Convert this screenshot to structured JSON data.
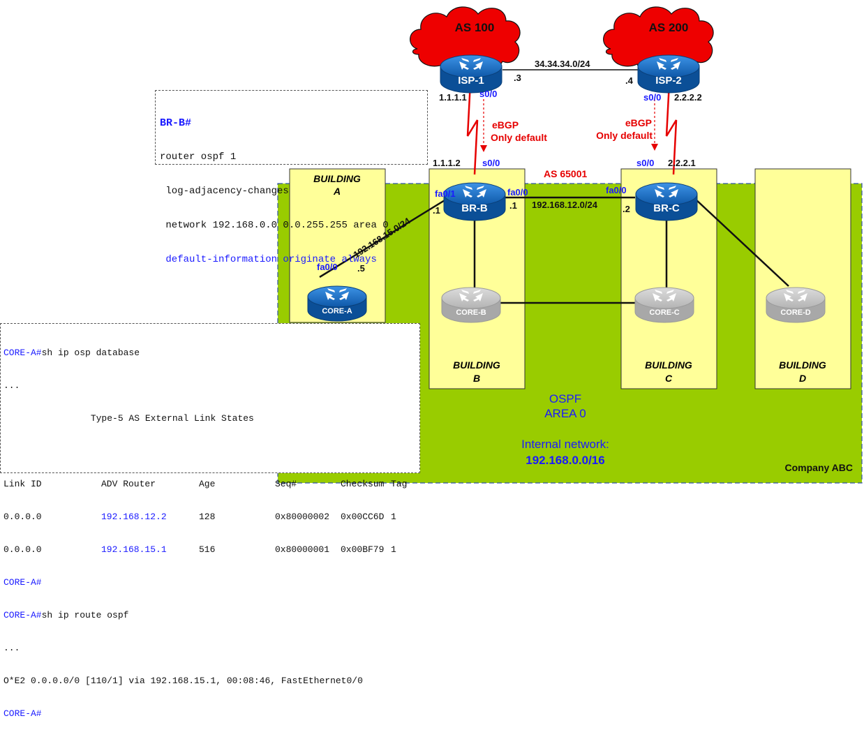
{
  "clouds": [
    {
      "id": "as100",
      "label": "AS 100"
    },
    {
      "id": "as200",
      "label": "AS 200"
    }
  ],
  "routers": [
    {
      "id": "isp1",
      "label": "ISP-1",
      "active": true
    },
    {
      "id": "isp2",
      "label": "ISP-2",
      "active": true
    },
    {
      "id": "brb",
      "label": "BR-B",
      "active": true
    },
    {
      "id": "brc",
      "label": "BR-C",
      "active": true
    },
    {
      "id": "corea",
      "label": "CORE-A",
      "active": true
    },
    {
      "id": "coreb",
      "label": "CORE-B",
      "active": false
    },
    {
      "id": "corec",
      "label": "CORE-C",
      "active": false
    },
    {
      "id": "cored",
      "label": "CORE-D",
      "active": false
    }
  ],
  "buildings": [
    {
      "id": "a",
      "top": "BUILDING",
      "letter": "A"
    },
    {
      "id": "b",
      "top": "BUILDING",
      "letter": "B"
    },
    {
      "id": "c",
      "top": "BUILDING",
      "letter": "C"
    },
    {
      "id": "d",
      "top": "BUILDING",
      "letter": "D"
    }
  ],
  "labels": {
    "isp_link_net": "34.34.34.0/24",
    "isp1_link_host": ".3",
    "isp2_link_host": ".4",
    "isp1_loopback": "1.1.1.1",
    "isp2_loopback": "2.2.2.2",
    "isp1_iface": "s0/0",
    "isp2_iface": "s0/0",
    "brb_wan_iface": "s0/0",
    "brc_wan_iface": "s0/0",
    "brb_wan_ip": "1.1.1.2",
    "brc_wan_ip": "2.2.2.1",
    "ebgp_left_1": "eBGP",
    "ebgp_left_2": "Only default",
    "ebgp_right_1": "eBGP",
    "ebgp_right_2": "Only default",
    "as_local": "AS 65001",
    "brb_fa01": "fa0/1",
    "brb_fa01_host": ".1",
    "brb_fa00": "fa0/0",
    "brb_fa00_host": ".1",
    "brc_fa00": "fa0/0",
    "brc_fa00_host": ".2",
    "net_12": "192.168.12.0/24",
    "net_15": "192.168.15.0/24",
    "corea_fa00": "fa0/0",
    "corea_host": ".5",
    "ospf_1": "OSPF",
    "ospf_2": "AREA 0",
    "internal_1": "Internal network:",
    "internal_2": "192.168.0.0/16",
    "company": "Company ABC"
  },
  "brb_config": {
    "prompt": "BR-B#",
    "lines": [
      "router ospf 1",
      " log-adjacency-changes",
      " network 192.168.0.0 0.0.255.255 area 0"
    ],
    "highlight_line": " default-information originate always"
  },
  "corea_output": {
    "prompt": "CORE-A#",
    "cmd1": "sh ip osp database",
    "ellipsis1": "...",
    "section_title": "                Type-5 AS External Link States",
    "headers": [
      "Link ID",
      "ADV Router",
      "Age",
      "Seq#",
      "Checksum",
      "Tag"
    ],
    "rows": [
      {
        "link_id": "0.0.0.0",
        "adv_router": "192.168.12.2",
        "age": "128",
        "seq": "0x80000002",
        "checksum": "0x00CC6D",
        "tag": "1"
      },
      {
        "link_id": "0.0.0.0",
        "adv_router": "192.168.15.1",
        "age": "516",
        "seq": "0x80000001",
        "checksum": "0x00BF79",
        "tag": "1"
      }
    ],
    "prompt2": "CORE-A#",
    "cmd2": "sh ip route ospf",
    "ellipsis2": "...",
    "route_line": "O*E2 0.0.0.0/0 [110/1] via 192.168.15.1, 00:08:46, FastEthernet0/0",
    "prompt3": "CORE-A#"
  },
  "colors": {
    "area_green": "#99cc00",
    "building_yellow": "#ffff99",
    "router_blue": "#1a75cf",
    "router_gray": "#c8c8c8",
    "cloud_red": "#ee0000",
    "label_blue": "#1a1aff",
    "label_red": "#e60000"
  }
}
